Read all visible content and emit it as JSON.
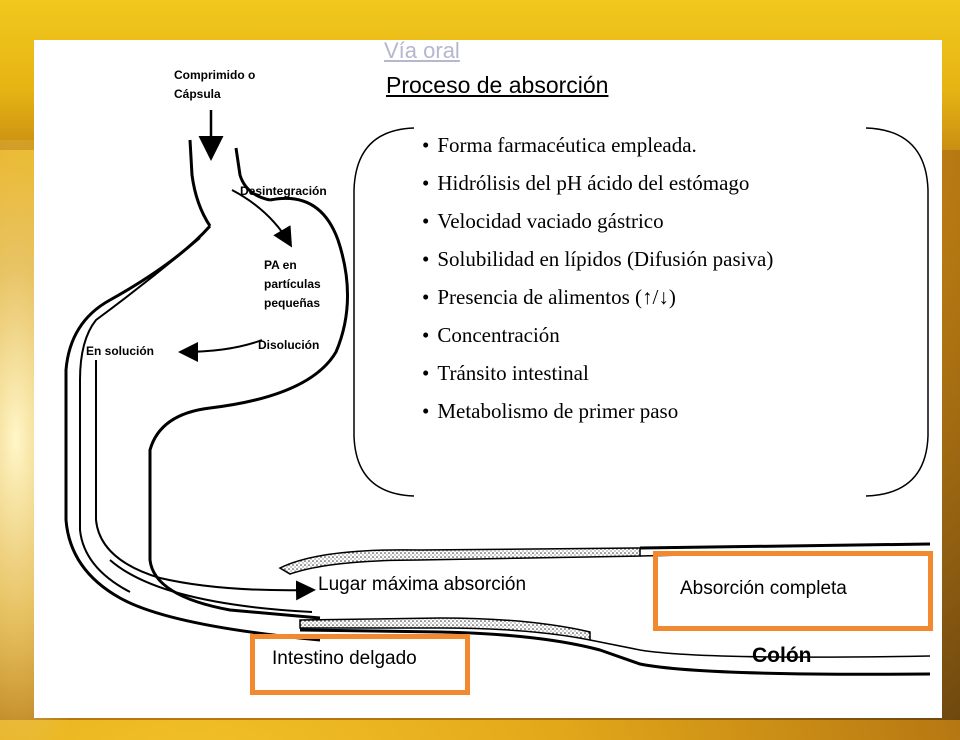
{
  "title": "Vía oral",
  "subtitle": " Proceso de absorción",
  "factors": [
    "Forma farmacéutica empleada.",
    "Hidrólisis del pH ácido del estómago",
    "Velocidad vaciado gástrico",
    "Solubilidad en lípidos (Difusión pasiva)",
    "Presencia de alimentos (↑/↓)",
    "Concentración",
    "Tránsito intestinal",
    "Metabolismo de primer paso"
  ],
  "diagram": {
    "dose_form": "Comprimido o\nCápsula",
    "step_disintegration": "Desintegración",
    "step_particles": "PA en\npartículas\npequeñas",
    "step_dissolution": "Disolución",
    "in_solution": "En solución",
    "max_absorption_site": "Lugar máxima absorción",
    "complete_absorption": "Absorción completa",
    "small_intestine": "Intestino delgado",
    "colon": "Colón"
  },
  "colors": {
    "highlight_box": "#f3892e",
    "title_link": "#b6b6cf",
    "background": "#e3a81a"
  }
}
